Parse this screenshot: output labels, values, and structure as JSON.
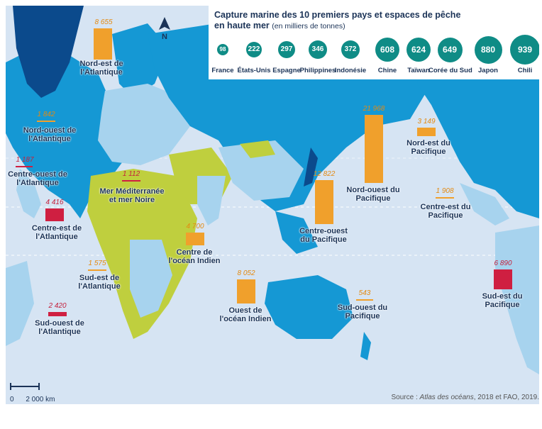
{
  "colors": {
    "ocean": "#d6e4f3",
    "land_dark_blue": "#0b4a8c",
    "land_blue": "#1598d4",
    "land_light_blue": "#a7d3ee",
    "land_yellow_green": "#bfcf3e",
    "catch_increase": "#f0a02c",
    "catch_decrease": "#cf1f41",
    "country_circle": "#0f8c86"
  },
  "legend": {
    "title": "Capture marine des 10 premiers pays et espaces de pêche en haute mer",
    "unit": "(en milliers de tonnes)",
    "countries": [
      {
        "name": "France",
        "value": "98"
      },
      {
        "name": "États-Unis",
        "value": "222"
      },
      {
        "name": "Espagne",
        "value": "297"
      },
      {
        "name": "Philippines",
        "value": "346"
      },
      {
        "name": "Indonésie",
        "value": "372"
      },
      {
        "name": "Chine",
        "value": "608"
      },
      {
        "name": "Taïwan",
        "value": "624"
      },
      {
        "name": "Corée du Sud",
        "value": "649"
      },
      {
        "name": "Japon",
        "value": "880"
      },
      {
        "name": "Chili",
        "value": "939"
      }
    ]
  },
  "north_label": "N",
  "fishing_zones": [
    {
      "name": "Nord-est de l'Atlantique",
      "value": "8 655",
      "trend": "orange"
    },
    {
      "name": "Nord-ouest de l'Atlantique",
      "value": "1 842",
      "trend": "orange"
    },
    {
      "name": "Centre-ouest de l'Atlantique",
      "value": "1 187",
      "trend": "red"
    },
    {
      "name": "Mer Méditerranée et mer Noire",
      "value": "1 112",
      "trend": "red"
    },
    {
      "name": "Centre-est de l'Atlantique",
      "value": "4 416",
      "trend": "red"
    },
    {
      "name": "Sud-est de l'Atlantique",
      "value": "1 575",
      "trend": "orange"
    },
    {
      "name": "Sud-ouest de l'Atlantique",
      "value": "2 420",
      "trend": "red"
    },
    {
      "name": "Centre de l'océan Indien",
      "value": "4 700",
      "trend": "orange"
    },
    {
      "name": "Ouest de l'océan Indien",
      "value": "8 052",
      "trend": "orange"
    },
    {
      "name": "Centre-ouest du Pacifique",
      "value": "12 822",
      "trend": "orange"
    },
    {
      "name": "Nord-ouest du Pacifique",
      "value": "21 968",
      "trend": "orange"
    },
    {
      "name": "Sud-ouest du Pacifique",
      "value": "543",
      "trend": "orange"
    },
    {
      "name": "Nord-est du Pacifique",
      "value": "3 149",
      "trend": "orange"
    },
    {
      "name": "Centre-est du Pacifique",
      "value": "1 908",
      "trend": "orange"
    },
    {
      "name": "Sud-est du Pacifique",
      "value": "6 890",
      "trend": "red"
    }
  ],
  "scale": {
    "zero": "0",
    "distance": "2 000 km"
  },
  "source": {
    "prefix": "Source : ",
    "title": "Atlas des océans",
    "suffix": ", 2018 et FAO, 2019."
  }
}
